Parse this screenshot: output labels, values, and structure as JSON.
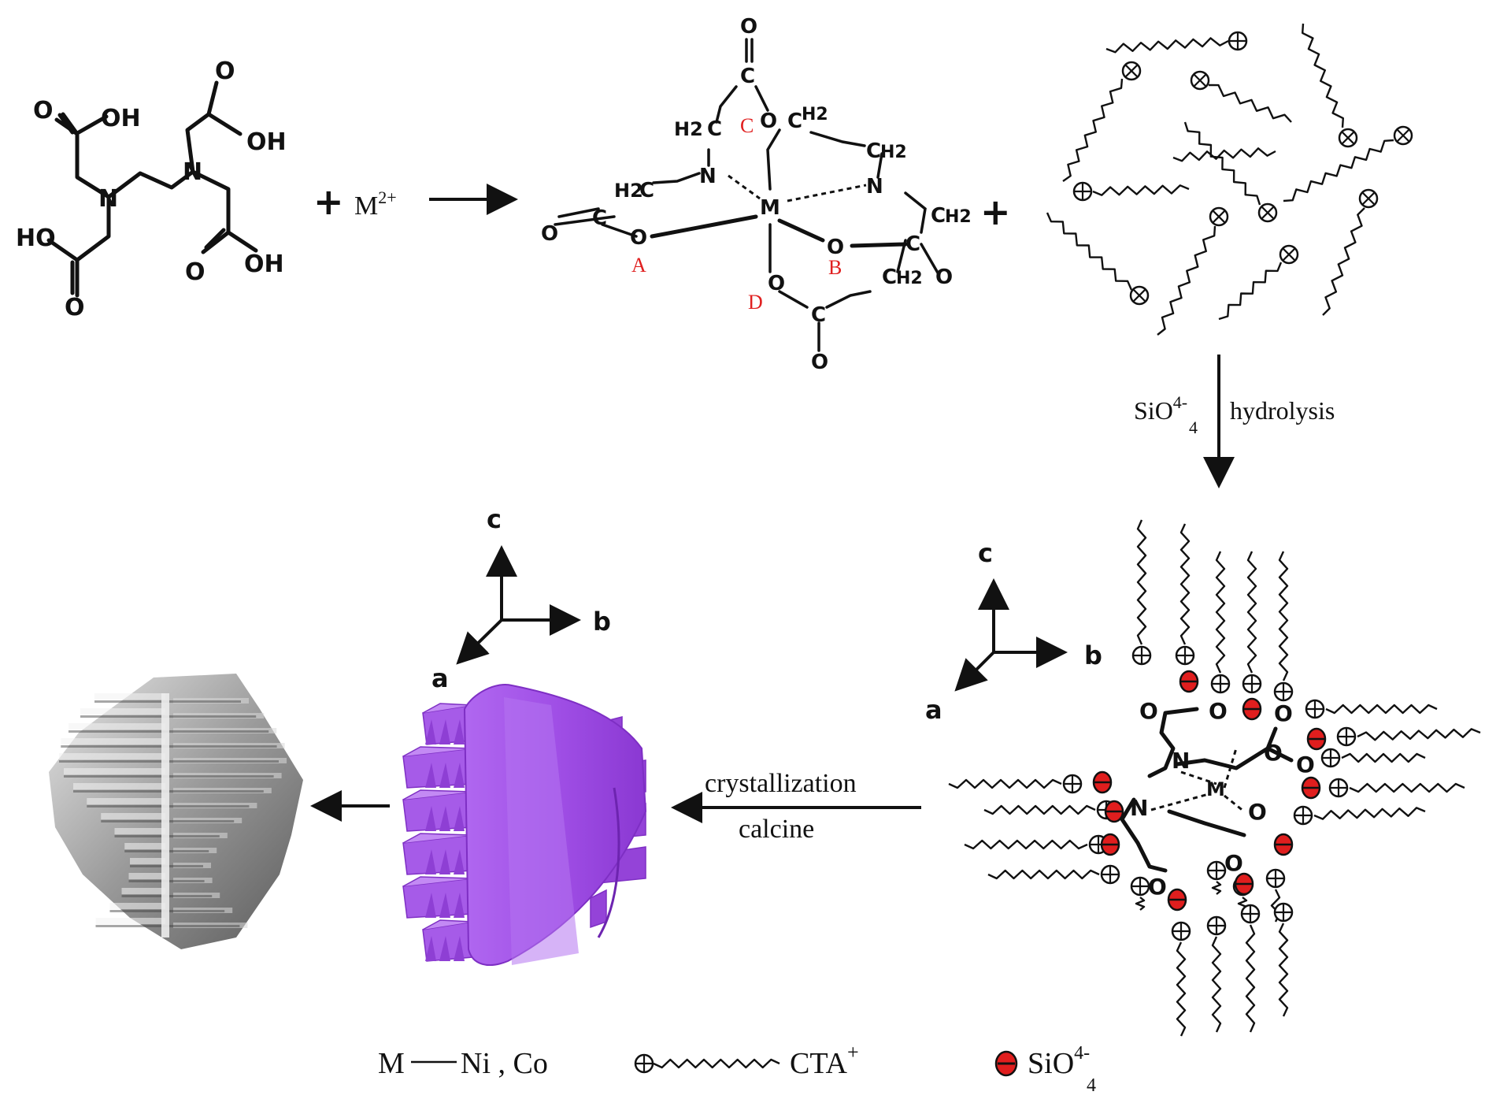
{
  "edta": {
    "oh_top": "OH",
    "oh_right": "OH",
    "ho_left": "HO",
    "oh_bottom": "OH",
    "o": "O",
    "n": "N"
  },
  "reaction": {
    "plus": "+",
    "metal_ion": "M",
    "metal_charge": "2+"
  },
  "complex": {
    "c": "C",
    "o": "O",
    "n": "N",
    "m": "M",
    "h2": "H2",
    "label_a": "A",
    "label_b": "B",
    "label_c": "C",
    "label_d": "D"
  },
  "step_hydrolysis": {
    "species": "SiO",
    "species_sup": "4-",
    "species_sub": "4",
    "text": "hydrolysis"
  },
  "step_crystallization": {
    "line1": "crystallization",
    "line2": "calcine"
  },
  "axes": {
    "c": "c",
    "b": "b",
    "a": "a"
  },
  "legend": {
    "metal_label": "M",
    "metal_values": "Ni , Co",
    "cta": "CTA",
    "cta_sup": "+",
    "silicate": "SiO",
    "silicate_sup": "4-",
    "silicate_sub": "4"
  },
  "colors": {
    "crystal": "#a855f7",
    "crystal_dark": "#7e2fc4",
    "silicate_red": "#e01e1e"
  }
}
